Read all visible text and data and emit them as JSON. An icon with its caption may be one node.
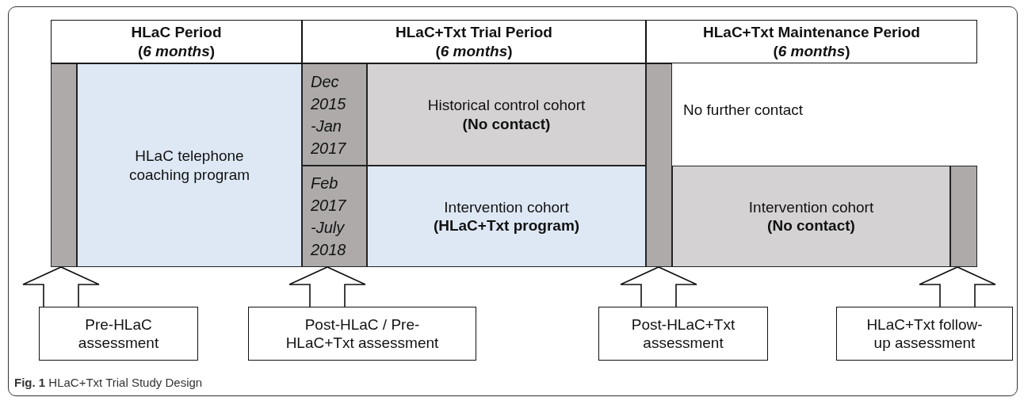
{
  "diagram": {
    "caption": "**Fig. 1** HLaC+Txt Trial Study Design",
    "nodes": [
      {
        "text": [
          "HLaC Period",
          "(*6 months*)"
        ]
      },
      {
        "text": [
          "HLaC+Txt Trial Period",
          "(*6 months*)"
        ]
      },
      {
        "text": [
          "HLaC+Txt Maintenance Period",
          "(*6 months*)"
        ]
      },
      {
        "text": [],
        "shape": "bar"
      },
      {
        "text": [
          "HLaC telephone coaching program"
        ]
      },
      {
        "text": [
          "Dec 2015 -Jan 2017"
        ]
      },
      {
        "text": [
          "Historical control cohort",
          "(No contact)"
        ]
      },
      {
        "text": [
          "Feb 2017 -July 2018"
        ]
      },
      {
        "text": [
          "Intervention cohort",
          "(HLaC+Txt program)"
        ]
      },
      {
        "text": [],
        "shape": "bar"
      },
      {
        "text": [
          "Intervention cohort",
          "(No contact)"
        ]
      },
      {
        "text": [],
        "shape": "bar"
      },
      {
        "text": [
          "Pre-HLaC assessment"
        ]
      },
      {
        "text": [
          "Post-HLaC / Pre-HLaC+Txt assessment"
        ]
      },
      {
        "text": [
          "Post-HLaC+Txt assessment"
        ]
      },
      {
        "text": [
          "HLaC+Txt follow-up assessment"
        ]
      }
    ],
    "edges": [
      {
        "from": 12,
        "to": 3,
        "arrow": "to"
      },
      {
        "from": 13,
        "to": 7,
        "arrow": "to"
      },
      {
        "from": 14,
        "to": 9,
        "arrow": "to"
      },
      {
        "from": 15,
        "to": 11,
        "arrow": "to"
      }
    ],
    "labels": [
      "No further contact"
    ]
  }
}
